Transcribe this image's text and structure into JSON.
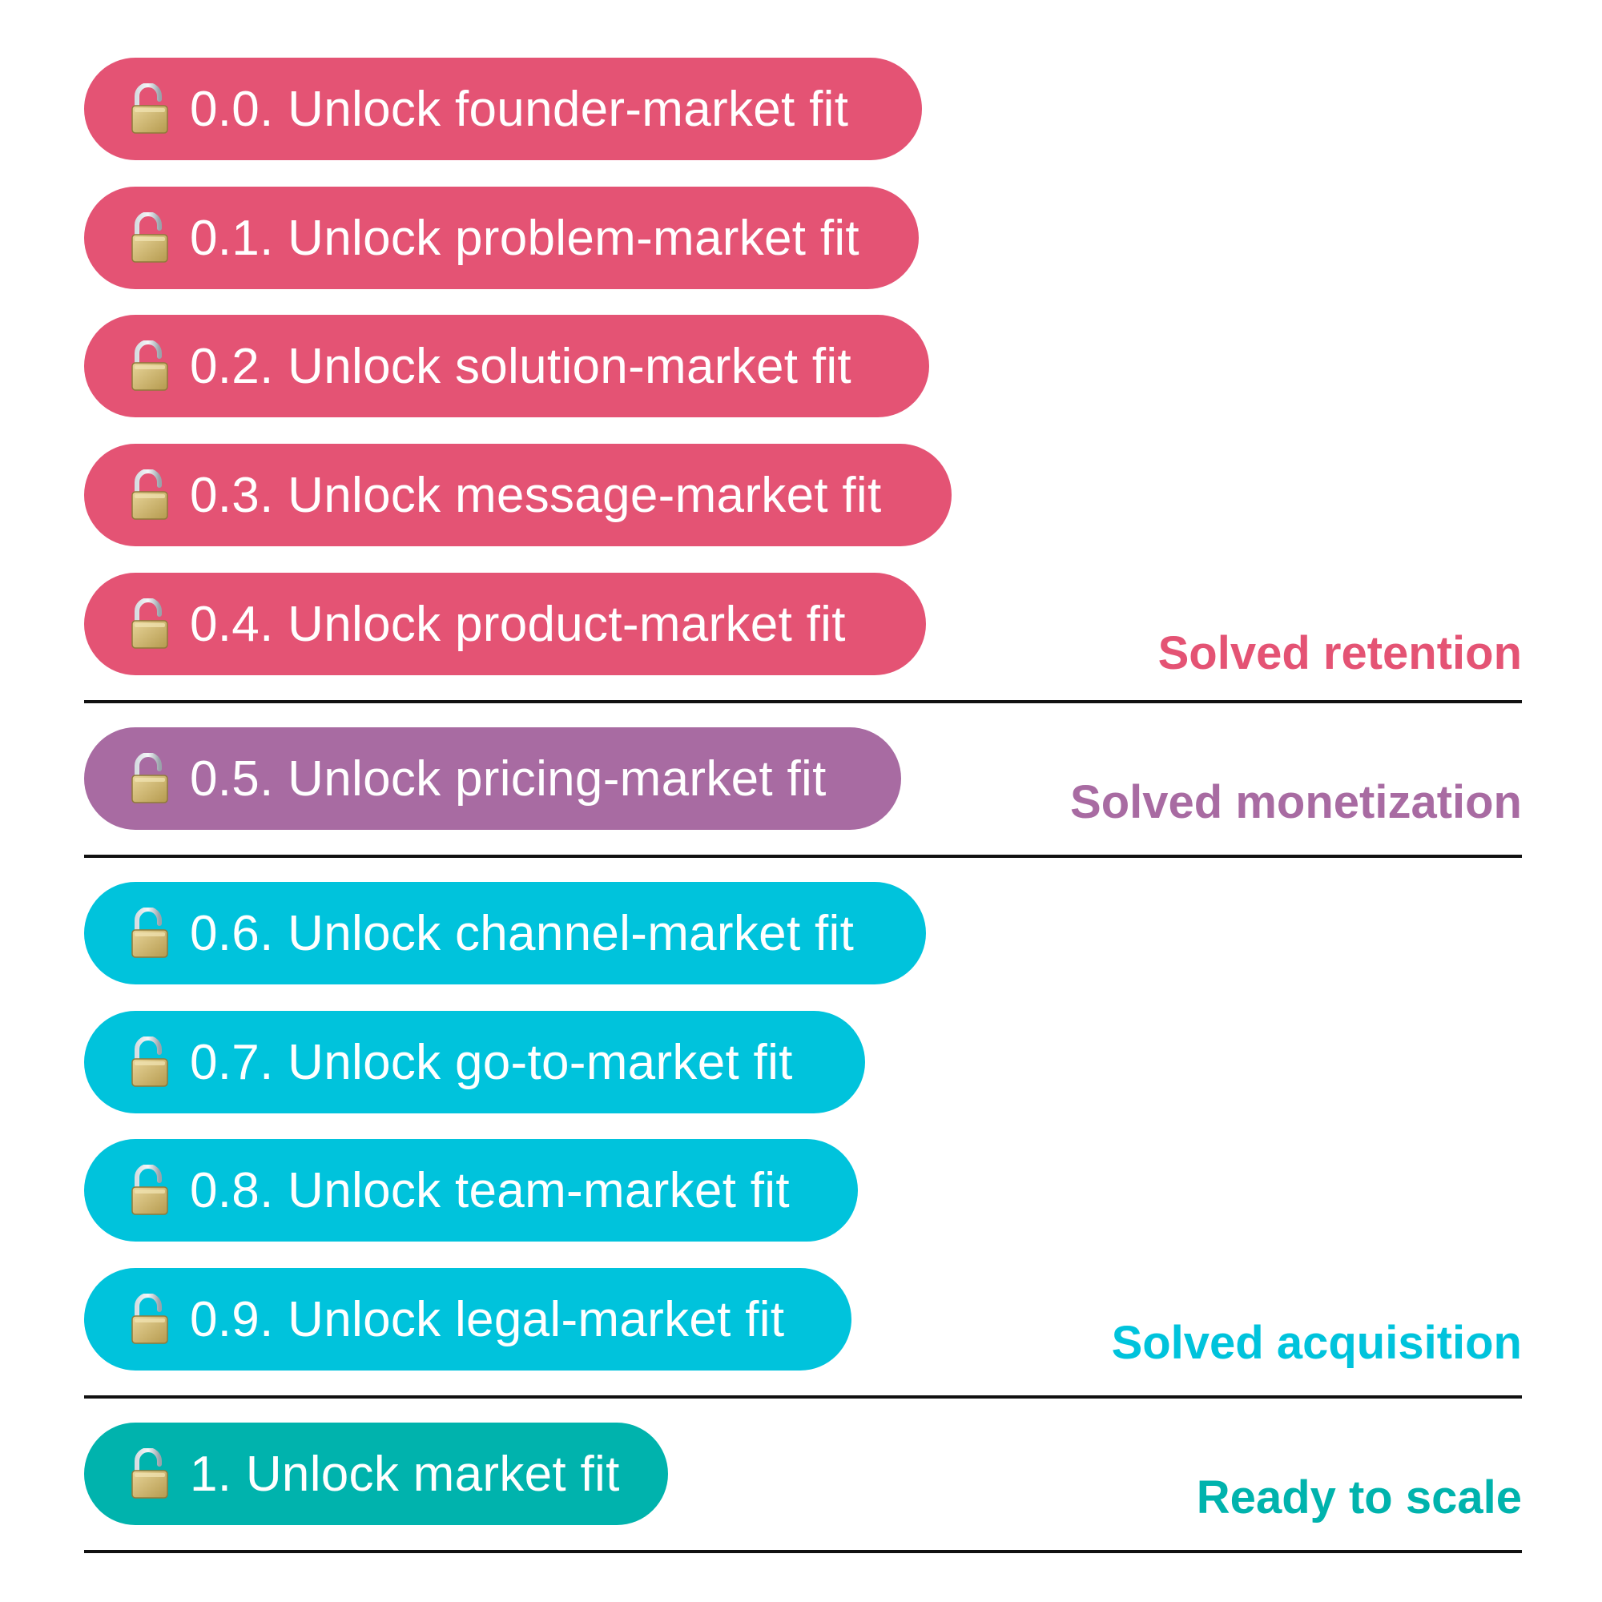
{
  "colors": {
    "retention": "#E45374",
    "monetization": "#A86BA2",
    "acquisition": "#00C3DC",
    "ready": "#00B3AD",
    "divider": "#111111"
  },
  "steps": [
    {
      "label": "0.0. Unlock founder-market fit",
      "icon": "open-padlock-icon"
    },
    {
      "label": "0.1. Unlock problem-market fit",
      "icon": "open-padlock-icon"
    },
    {
      "label": "0.2. Unlock solution-market fit",
      "icon": "open-padlock-icon"
    },
    {
      "label": "0.3. Unlock message-market fit",
      "icon": "open-padlock-icon"
    },
    {
      "label": "0.4. Unlock product-market fit",
      "icon": "open-padlock-icon"
    },
    {
      "label": "0.5. Unlock pricing-market fit",
      "icon": "open-padlock-icon"
    },
    {
      "label": "0.6. Unlock channel-market fit",
      "icon": "open-padlock-icon"
    },
    {
      "label": "0.7. Unlock go-to-market fit",
      "icon": "open-padlock-icon"
    },
    {
      "label": "0.8. Unlock team-market fit",
      "icon": "open-padlock-icon"
    },
    {
      "label": "0.9. Unlock legal-market fit",
      "icon": "open-padlock-icon"
    },
    {
      "label": "1. Unlock market fit",
      "icon": "open-padlock-icon"
    }
  ],
  "stages": {
    "retention": "Solved retention",
    "monetization": "Solved monetization",
    "acquisition": "Solved acquisition",
    "ready": "Ready to scale"
  }
}
